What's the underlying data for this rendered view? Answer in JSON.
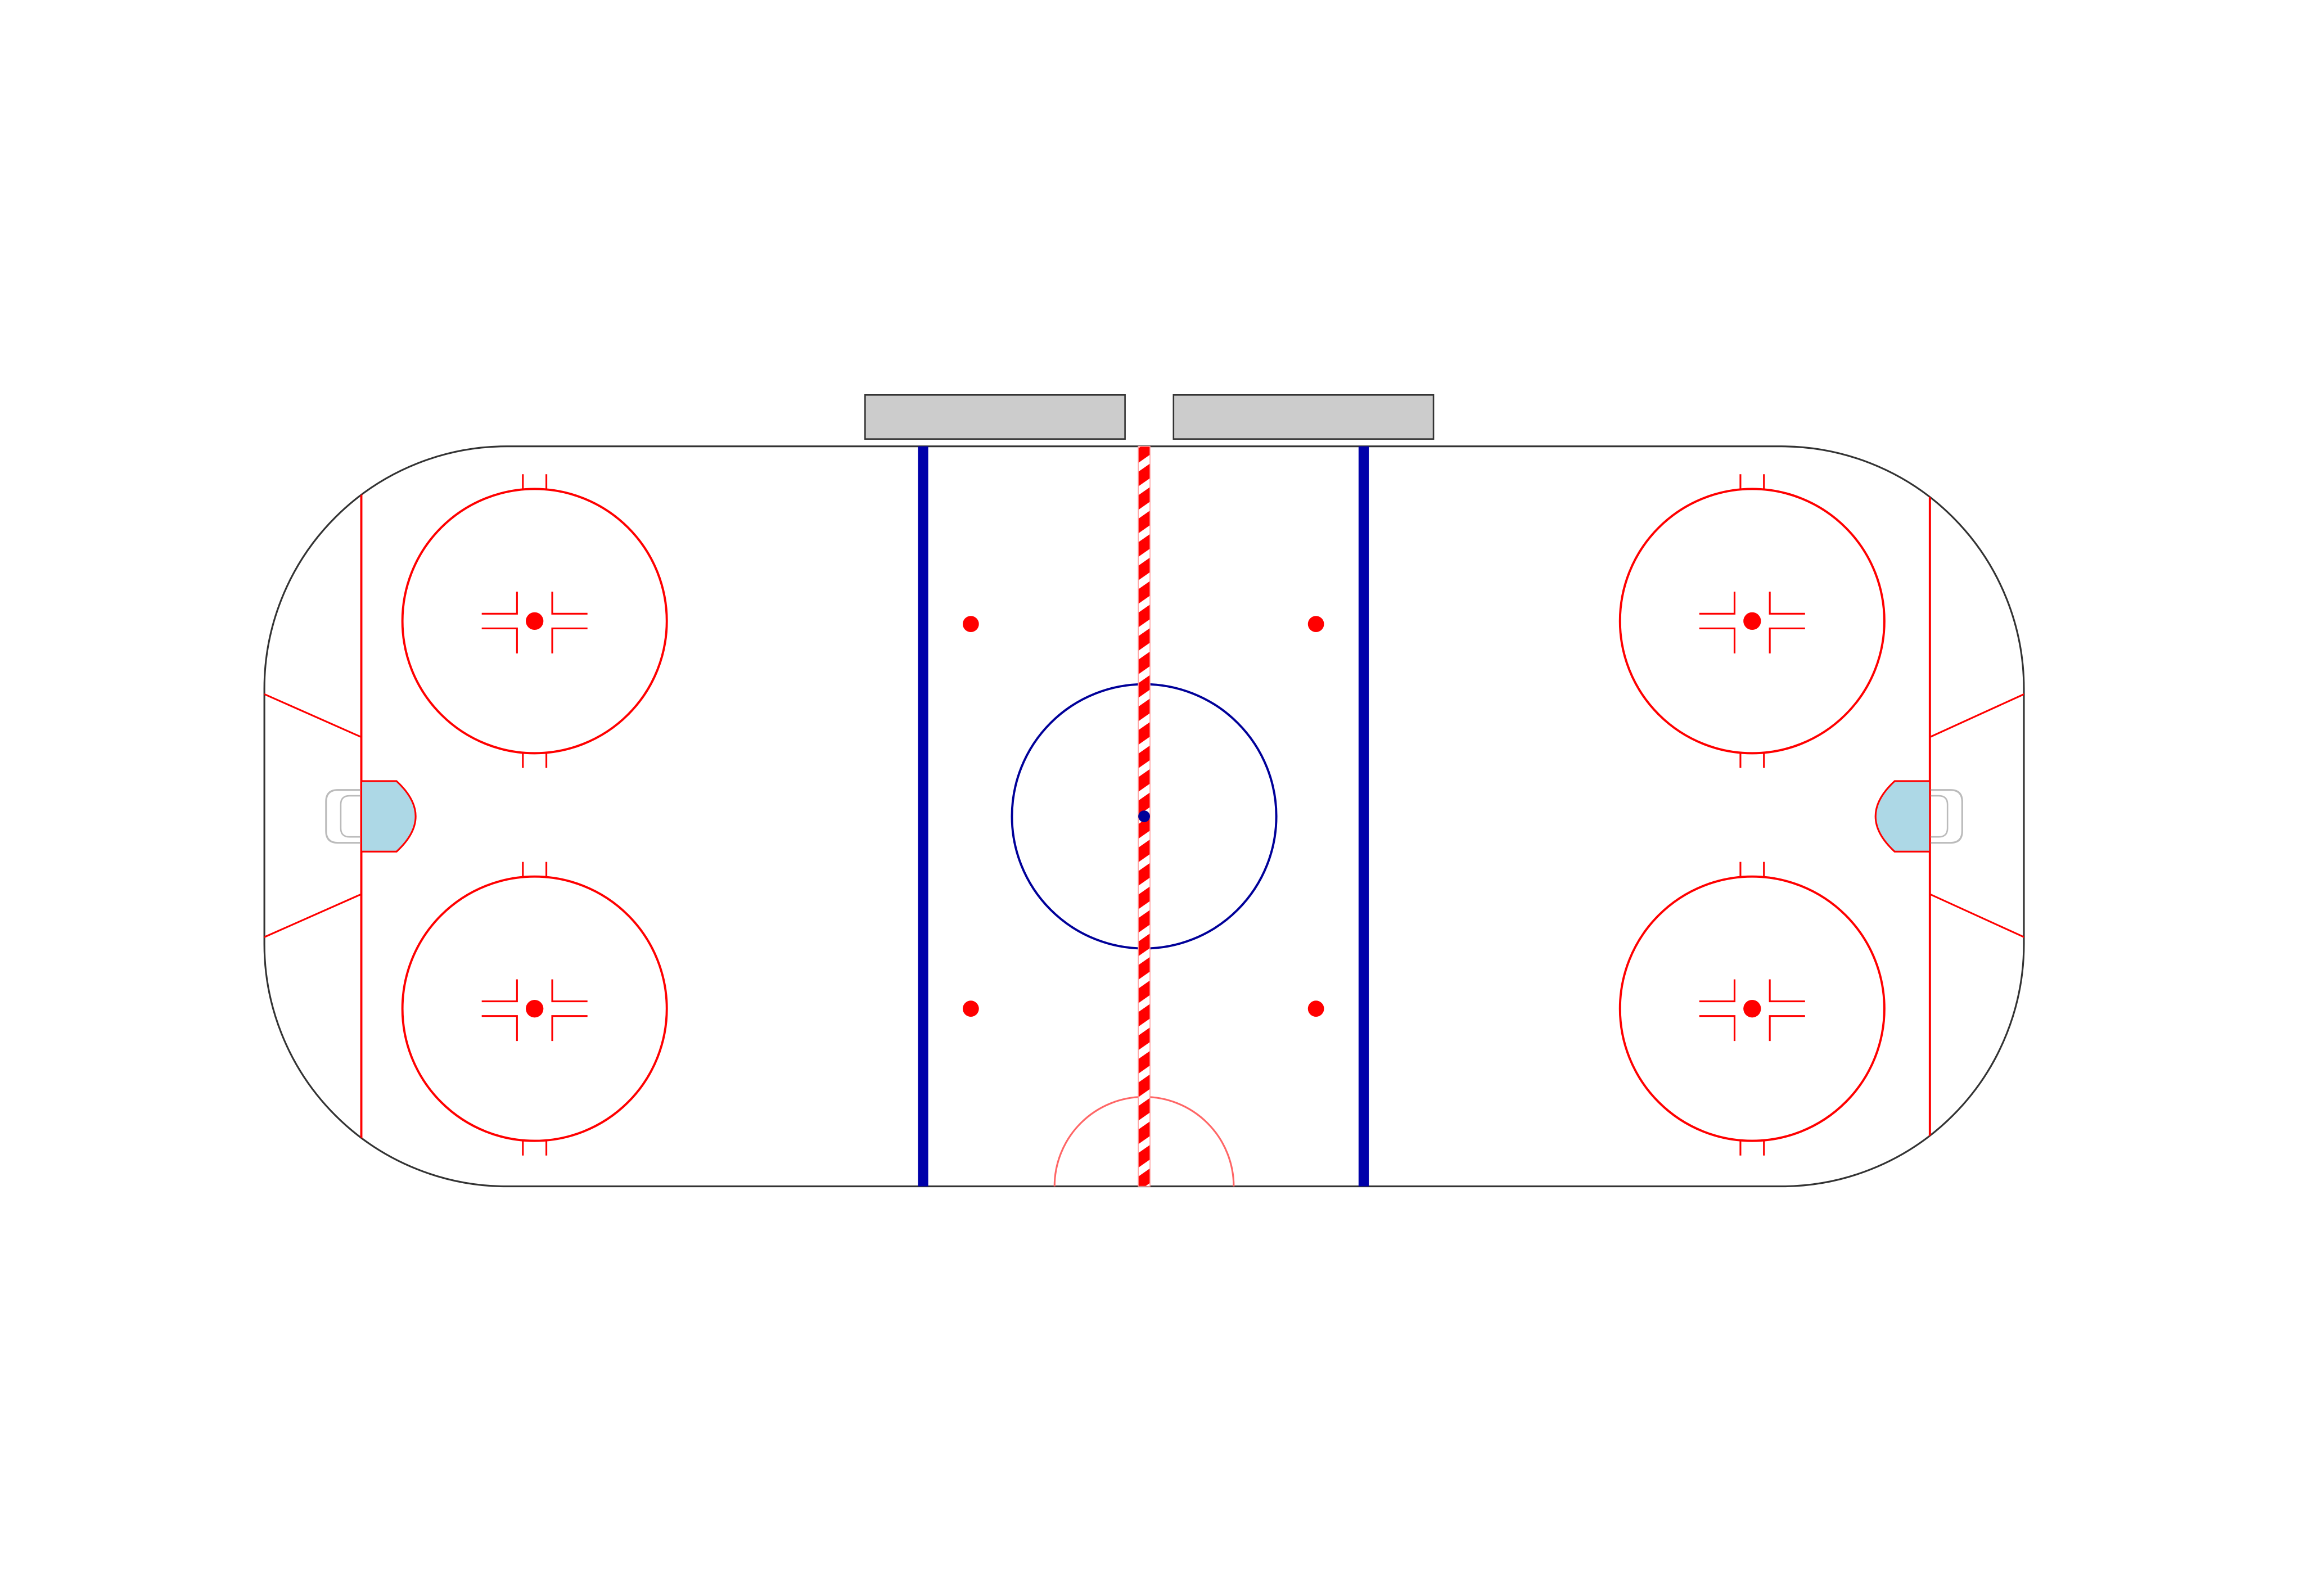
{
  "rink": {
    "colors": {
      "background": "#ffffff",
      "boards": "#333333",
      "red_line": "#ff0000",
      "center_line_stripe": "#ffffff",
      "blue_line": "#0000aa",
      "center_circle": "#000099",
      "center_dot": "#000099",
      "referee_crease": "#ff6666",
      "crease_fill": "#add8e6",
      "goal_frame": "#bbbbbb",
      "bench_fill": "#cccccc",
      "bench_stroke": "#333333"
    },
    "features": {
      "benches": [
        "player-bench-left",
        "player-bench-right"
      ],
      "faceoff_circles": [
        "faceoff-circle-left-top",
        "faceoff-circle-left-bottom",
        "faceoff-circle-right-top",
        "faceoff-circle-right-bottom"
      ],
      "neutral_zone_dots": 4,
      "goals": [
        "goal-left",
        "goal-right"
      ],
      "goal_creases": [
        "goal-crease-left",
        "goal-crease-right"
      ],
      "blue_lines": [
        "blue-line-left",
        "blue-line-right"
      ],
      "center_line": "center-red-line",
      "center_circle": "center-faceoff-circle",
      "referee_crease": "referee-crease"
    }
  }
}
